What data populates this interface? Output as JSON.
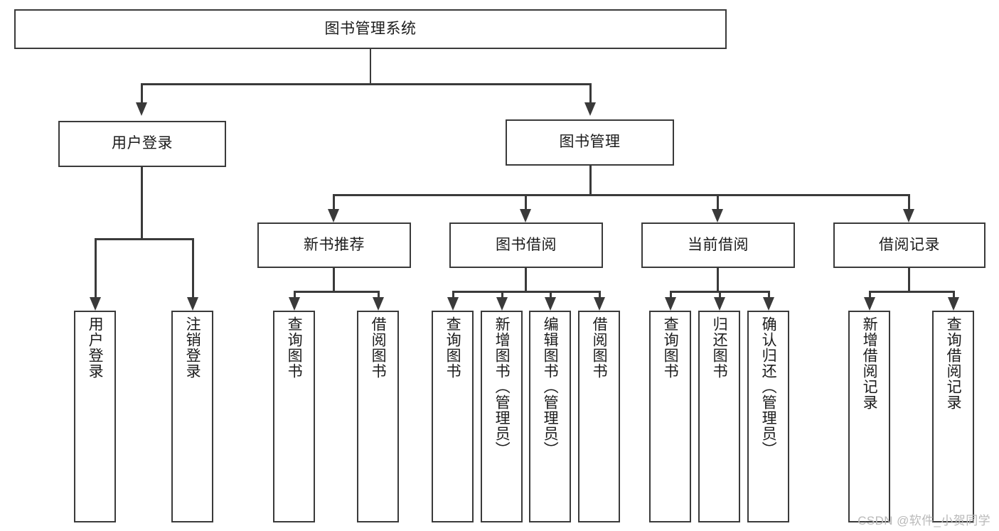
{
  "diagram": {
    "type": "tree",
    "title": "图书管理系统",
    "root": {
      "label": "图书管理系统"
    },
    "level2": [
      {
        "label": "用户登录"
      },
      {
        "label": "图书管理"
      }
    ],
    "level3": [
      {
        "label": "新书推荐"
      },
      {
        "label": "图书借阅"
      },
      {
        "label": "当前借阅"
      },
      {
        "label": "借阅记录"
      }
    ],
    "leaves": {
      "user_login": [
        {
          "label": "用户登录"
        },
        {
          "label": "注销登录"
        }
      ],
      "new_book": [
        {
          "label": "查询图书"
        },
        {
          "label": "借阅图书"
        }
      ],
      "book_borrow": [
        {
          "label": "查询图书"
        },
        {
          "label": "新增图书（管理员）"
        },
        {
          "label": "编辑图书（管理员）"
        },
        {
          "label": "借阅图书"
        }
      ],
      "current_borrow": [
        {
          "label": "查询图书"
        },
        {
          "label": "归还图书"
        },
        {
          "label": "确认归还（管理员）"
        }
      ],
      "borrow_record": [
        {
          "label": "新增借阅记录"
        },
        {
          "label": "查询借阅记录"
        }
      ]
    }
  },
  "colors": {
    "stroke": "#3a3a3a",
    "fill": "#ffffff",
    "text": "#1b1b1b",
    "watermark": "#b9b9b9"
  },
  "watermark": {
    "text": "CSDN @软件_小贺同学"
  }
}
